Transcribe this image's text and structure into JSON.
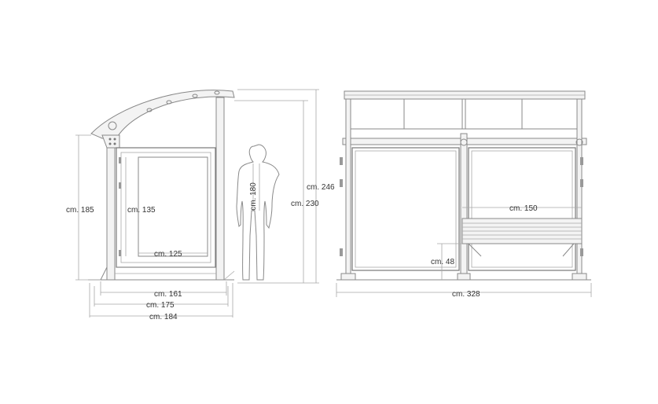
{
  "dimensions": {
    "side_width_161": "cm. 161",
    "side_width_175": "cm. 175",
    "side_width_184": "cm. 184",
    "side_height_185": "cm. 185",
    "panel_height_135": "cm. 135",
    "panel_width_125": "cm. 125",
    "person_height": "cm. 180",
    "height_230": "cm. 230",
    "height_246": "cm. 246",
    "bench_width_150": "cm. 150",
    "bench_height_48": "cm. 48",
    "front_width_328": "cm. 328"
  }
}
